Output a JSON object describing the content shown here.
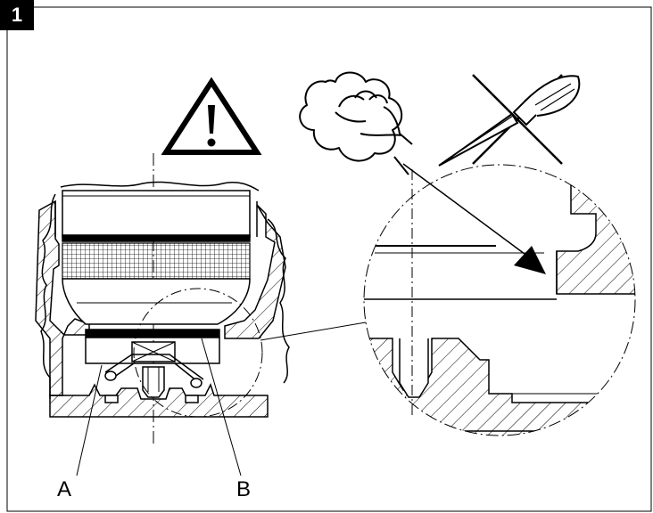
{
  "figure": {
    "number": "1",
    "callouts": [
      {
        "id": "A",
        "text": "A"
      },
      {
        "id": "B",
        "text": "B"
      }
    ],
    "icons": [
      "warning-triangle-icon",
      "wipe-with-cloth-icon",
      "no-screwdriver-icon"
    ],
    "colors": {
      "ink": "#000000",
      "paper": "#ffffff"
    }
  }
}
